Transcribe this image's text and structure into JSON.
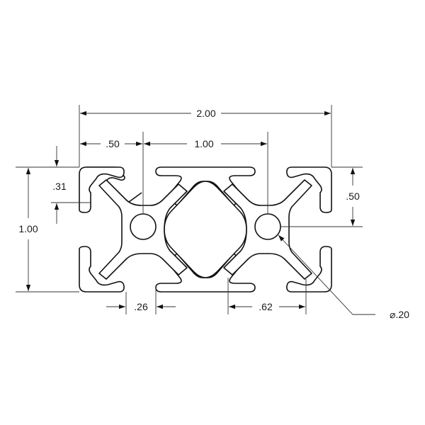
{
  "dimensions": {
    "overall_width": "2.00",
    "left_edge_to_hole": ".50",
    "hole_spacing": "1.00",
    "overall_height": "1.00",
    "top_to_slot": ".31",
    "hole_to_top": ".50",
    "slot_opening": ".26",
    "slot_width": ".62",
    "hole_diameter": "⌀.20"
  },
  "colors": {
    "line": "#111111",
    "background": "#ffffff"
  }
}
